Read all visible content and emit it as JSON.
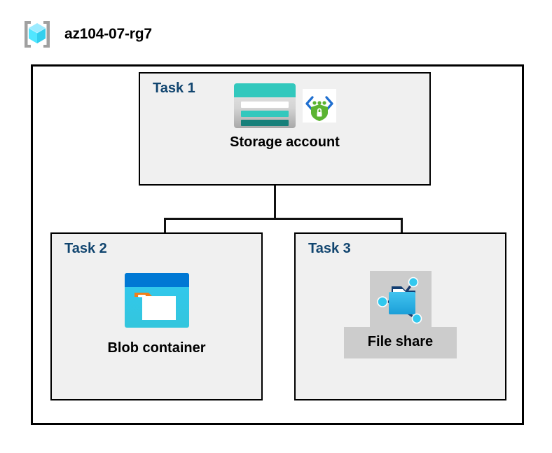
{
  "header": {
    "icon": "resource-group-icon",
    "title": "az104-07-rg7"
  },
  "diagram": {
    "container_name": "resource-group-container",
    "tasks": [
      {
        "label": "Task 1",
        "node": {
          "caption": "Storage account",
          "icons": [
            "storage-account-icon",
            "security-shield-icon"
          ],
          "selected": false
        }
      },
      {
        "label": "Task 2",
        "node": {
          "caption": "Blob container",
          "icons": [
            "blob-container-icon"
          ],
          "selected": false
        }
      },
      {
        "label": "Task 3",
        "node": {
          "caption": "File share",
          "icons": [
            "file-share-icon"
          ],
          "selected": true
        }
      }
    ],
    "connectors": [
      {
        "from": "Task 1",
        "to": "Task 2"
      },
      {
        "from": "Task 1",
        "to": "Task 3"
      }
    ]
  },
  "colors": {
    "task_label": "#11456f",
    "task_box_fill": "#f0f0f0",
    "border": "#000000",
    "selection_highlight": "#cccccc",
    "storage_teal": "#32c8bd",
    "storage_teal_dark": "#17807a",
    "blob_blue": "#0078d4",
    "blob_cyan": "#32c8e6",
    "blob_orange": "#f07f1a",
    "fileshare_blue": "#32b5e6",
    "security_green": "#5bb431",
    "rg_cube_cyan": "#50e6ff"
  }
}
